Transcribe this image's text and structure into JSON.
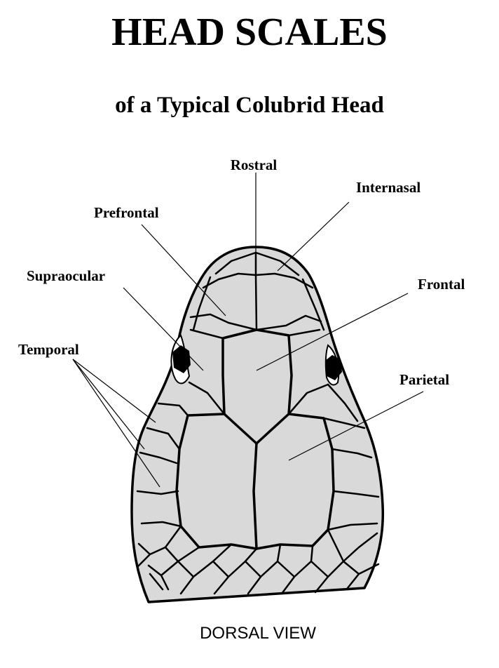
{
  "title": "HEAD SCALES",
  "subtitle": "of a Typical Colubrid Head",
  "labels": {
    "rostral": "Rostral",
    "internasal": "Internasal",
    "prefrontal": "Prefrontal",
    "frontal": "Frontal",
    "supraocular": "Supraocular",
    "temporal": "Temporal",
    "parietal": "Parietal"
  },
  "view_label": "DORSAL VIEW",
  "colors": {
    "scale_fill": "#d9d9d9",
    "outline": "#000000",
    "background": "#ffffff"
  }
}
